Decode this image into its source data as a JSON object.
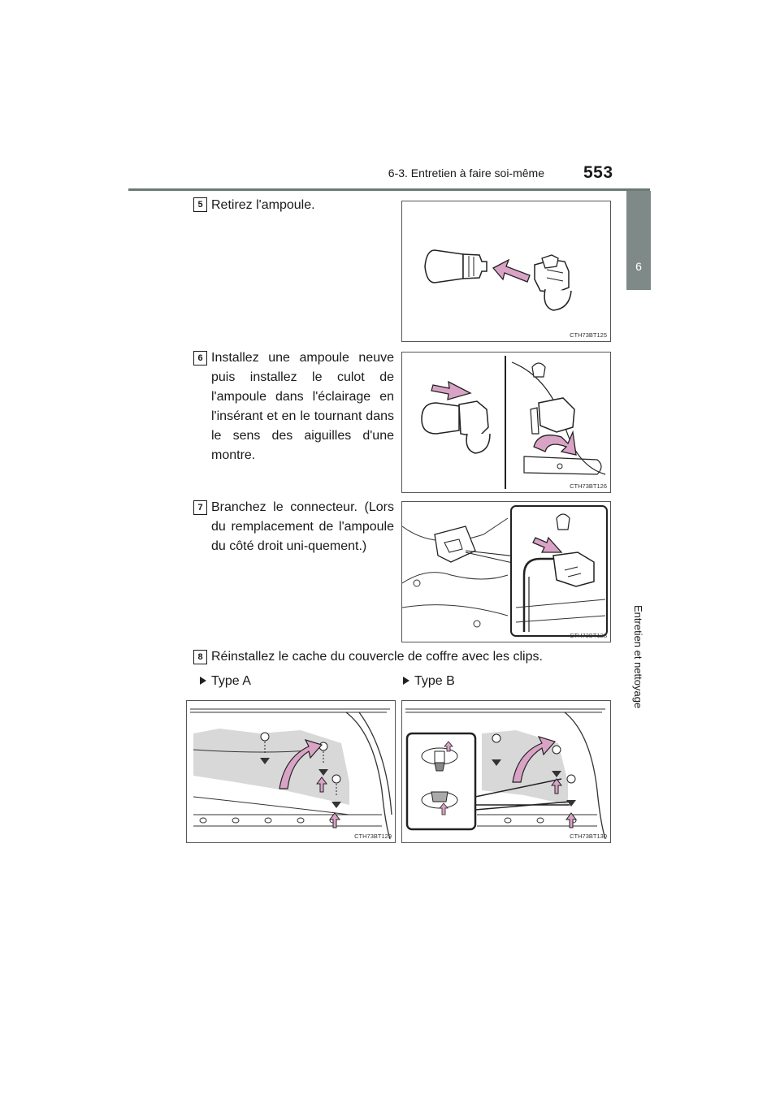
{
  "header": {
    "section": "6-3. Entretien à faire soi-même",
    "page_number": "553"
  },
  "side_tab": {
    "chapter_number": "6",
    "chapter_title": "Entretien et nettoyage"
  },
  "steps": [
    {
      "number": "5",
      "text": "Retirez l'ampoule.",
      "figure_code": "CTH73BT125"
    },
    {
      "number": "6",
      "text": "Installez une ampoule neuve puis installez le culot de l'ampoule dans l'éclairage en l'insérant et en le tournant dans le sens des aiguilles d'une montre.",
      "figure_code": "CTH73BT126"
    },
    {
      "number": "7",
      "text": "Branchez le connecteur. (Lors du remplacement de l'ampoule du côté droit uni-quement.)",
      "figure_code": "CTH73BT128"
    },
    {
      "number": "8",
      "text": "Réinstallez le cache du couvercle de coffre avec les clips."
    }
  ],
  "types": [
    {
      "label": "Type A",
      "figure_code": "CTH73BT129"
    },
    {
      "label": "Type B",
      "figure_code": "CTH73BT130"
    }
  ],
  "colors": {
    "accent_gray": "#7f8a88",
    "rule_gray": "#6c7a77",
    "arrow_pink": "#d9a3c6",
    "panel_gray": "#d8d8d8"
  }
}
